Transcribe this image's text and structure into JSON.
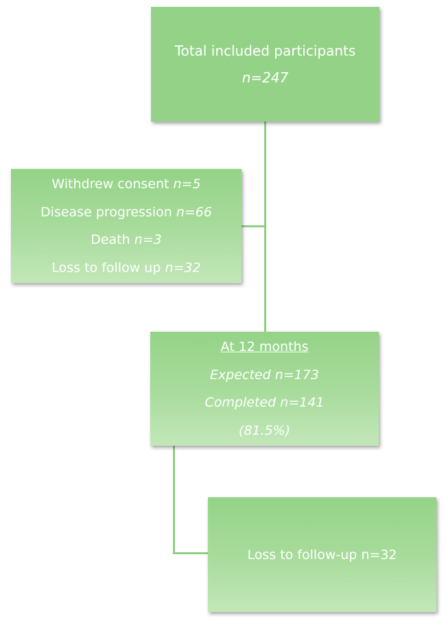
{
  "total": {
    "label": "Total included participants",
    "n": "n=247"
  },
  "exclusions": [
    {
      "label": "Withdrew consent",
      "n": "n=5"
    },
    {
      "label": "Disease progression",
      "n": "n=66"
    },
    {
      "label": "Death",
      "n": "n=3"
    },
    {
      "label": "Loss to follow up",
      "n": "n=32"
    }
  ],
  "twelve_months": {
    "heading": "At 12 months",
    "expected": "Expected n=173",
    "completed": "Completed n=141",
    "percent": "(81.5%)"
  },
  "loss_followup": {
    "label": "Loss to follow-up n=32"
  },
  "colors": {
    "box_fill": "#94d387",
    "box_fill_light": "#c3e7b9",
    "connector": "#8fcf82",
    "text": "#ffffff"
  }
}
